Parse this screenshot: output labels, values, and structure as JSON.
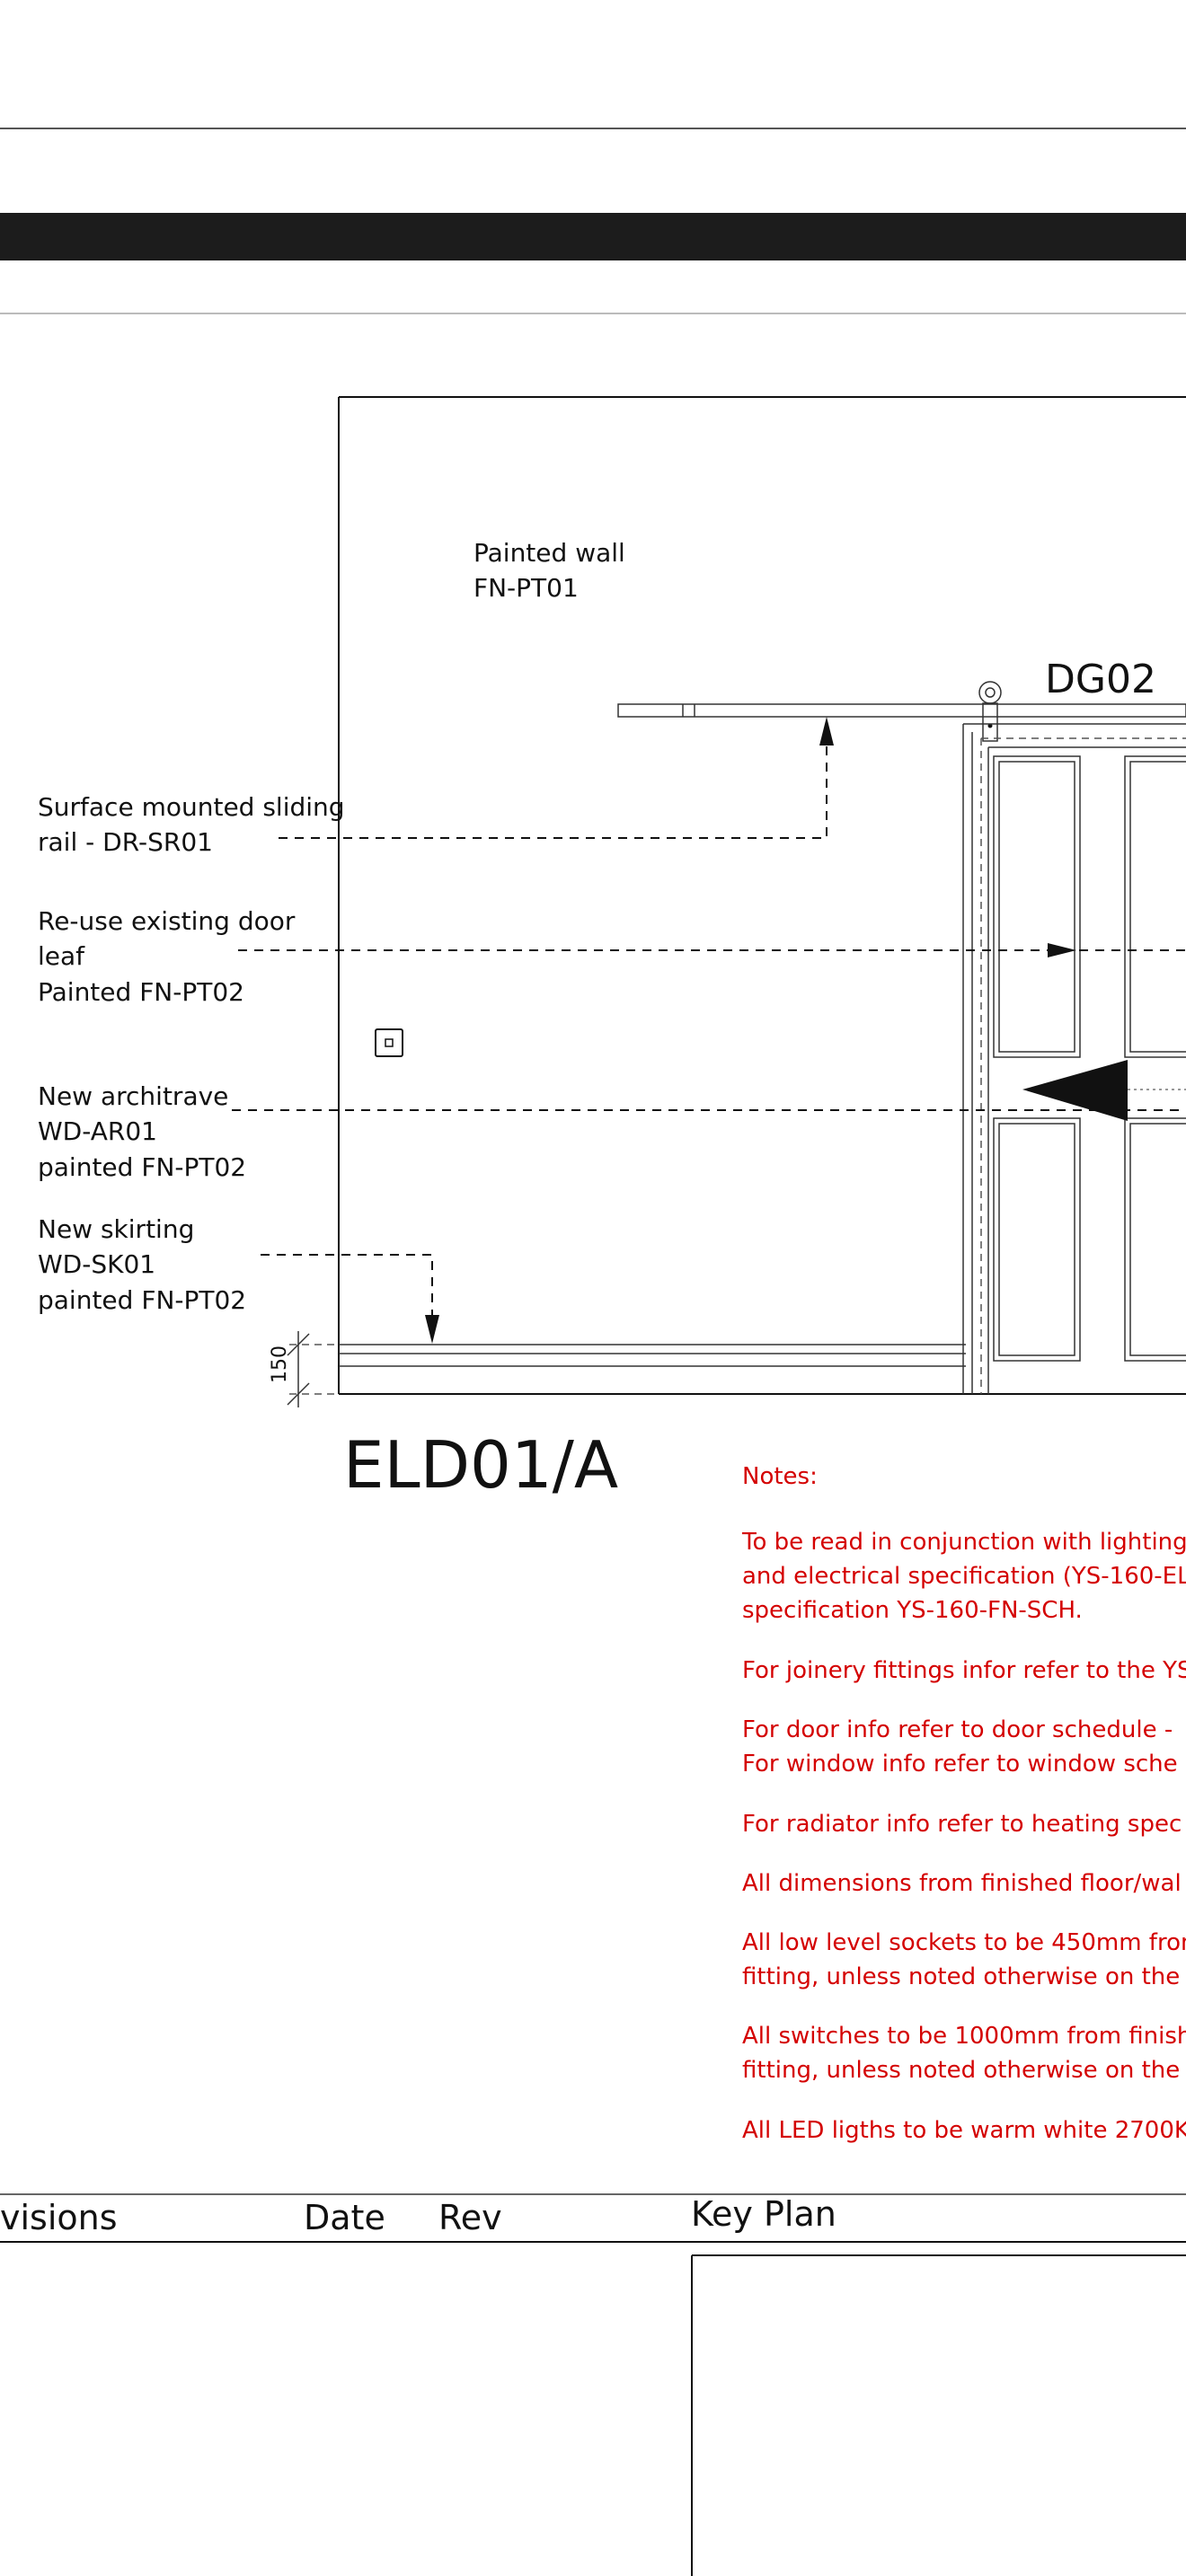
{
  "labels": {
    "painted_wall": [
      "Painted wall",
      "FN-PT01"
    ],
    "sliding_rail": [
      "Surface mounted sliding",
      "rail - DR-SR01"
    ],
    "door_leaf": [
      "Re-use existing door",
      "leaf",
      "Painted FN-PT02"
    ],
    "architrave": [
      "New architrave",
      "WD-AR01",
      "painted FN-PT02"
    ],
    "skirting": [
      "New skirting",
      "WD-SK01",
      "painted FN-PT02"
    ]
  },
  "door_tag": "DG02",
  "dimension": "150",
  "elevation_ref": "ELD01/A",
  "notes": {
    "heading": "Notes:",
    "lines": [
      "To be read in conjunction with lighting",
      "and electrical specification (YS-160-EL",
      "specification YS-160-FN-SCH.",
      "For joinery fittings infor refer to the YS",
      "For door info refer to door schedule -",
      "For window info refer to window sche",
      "For radiator info refer to heating spec",
      "All dimensions from finished floor/wal",
      "All low level sockets to be 450mm from",
      "fitting, unless noted otherwise on the",
      "All switches to be 1000mm from finish",
      "fitting, unless noted otherwise on the",
      "All LED ligths to be warm white 2700K"
    ]
  },
  "title_block": {
    "revisions": "visions",
    "date": "Date",
    "rev": "Rev",
    "key_plan": "Key Plan"
  },
  "colors": {
    "line": "#111111",
    "notes": "#d40000",
    "header_bar": "#1c1c1c"
  }
}
